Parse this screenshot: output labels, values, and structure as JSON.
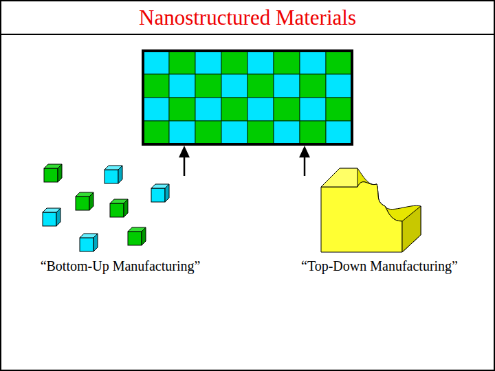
{
  "diagram": {
    "title": "Nanostructured Materials",
    "labels": [
      "“Bottom-Up Manufacturing”",
      "“Top-Down Manufacturing”"
    ]
  }
}
